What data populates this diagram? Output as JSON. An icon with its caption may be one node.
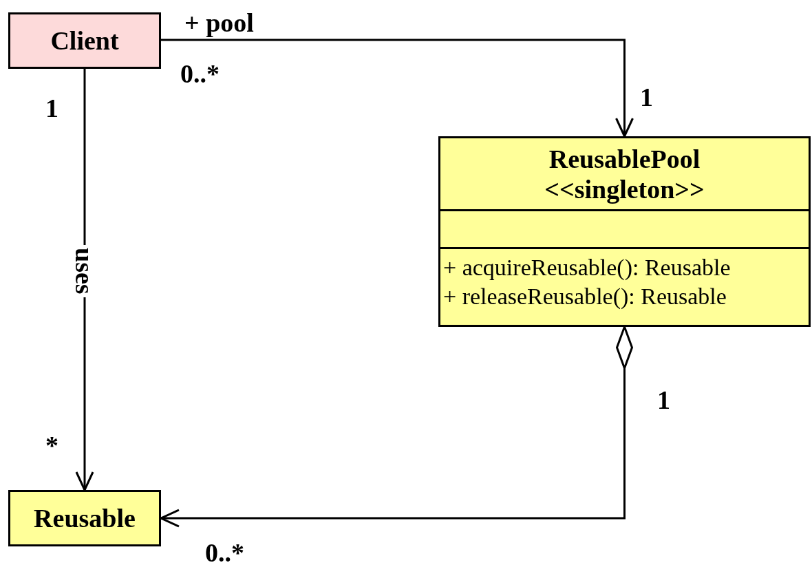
{
  "diagram": {
    "nodes": [
      {
        "text": [
          "Client"
        ]
      },
      {
        "text": [
          "ReusablePool",
          "<<singleton>>",
          "+ acquireReusable(): Reusable",
          "+ releaseReusable(): Reusable"
        ]
      },
      {
        "text": [
          "Reusable"
        ]
      }
    ],
    "edges": [
      {
        "from": 0,
        "to": 1,
        "arrow": "to",
        "label": "+ pool"
      },
      {
        "from": 0,
        "to": 2,
        "arrow": "to",
        "label": "uses"
      },
      {
        "from": 1,
        "to": 2,
        "arrow": "to"
      }
    ],
    "labels": [
      "0..*",
      "1",
      "1",
      "1",
      "*",
      "0..*"
    ]
  }
}
